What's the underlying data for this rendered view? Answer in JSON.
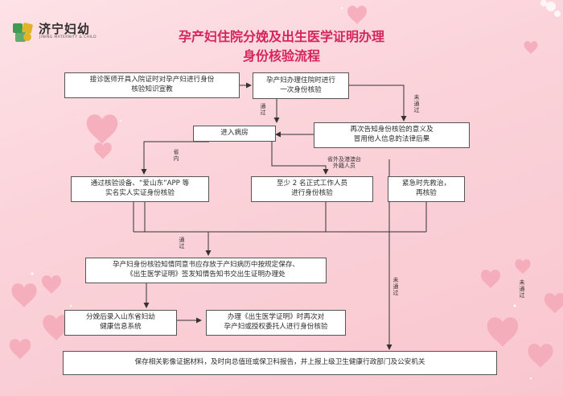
{
  "logo": {
    "name": "济宁妇幼",
    "subtitle": "JINING MATERNITY & CHILD"
  },
  "title": {
    "line1": "孕产妇住院分娩及出生医学证明办理",
    "line2": "身份核验流程"
  },
  "nodes": {
    "intake": "接诊医师开具入院证时对孕产妇进行身份\n核验知识宣教",
    "admission_check": "孕产妇办理住院时进行\n一次身份核验",
    "notify": "再次告知身份核验的意义及\n冒用他人信息的法律后果",
    "ward": "进入病房",
    "in_province": "通过核验设备、“爱山东”APP 等\n实名实人实证身份核验",
    "out_province": "至少 2 名正式工作人员\n进行身份核验",
    "emergency": "紧急时先救治，\n再核验",
    "consent": "孕产妇身份核验知情同意书应存放于产妇病历中按规定保存、\n《出生医学证明》签发知情告知书交出生证明办理处",
    "register": "分娩后录入山东省妇幼\n健康信息系统",
    "certificate": "办理《出生医学证明》时再次对\n孕产妇或授权委托人进行身份核验",
    "report": "保存相关影像证据材料，及时向总值班或保卫科报告，并上报上级卫生健康行政部门及公安机关"
  },
  "labels": {
    "pass1": "通\n过",
    "fail1": "未\n通\n过",
    "in_prov": "省\n内",
    "out_prov": "省外及港澳台\n外籍人员",
    "pass2": "通\n过",
    "fail2": "未\n通\n过",
    "fail3": "未\n通\n过"
  }
}
